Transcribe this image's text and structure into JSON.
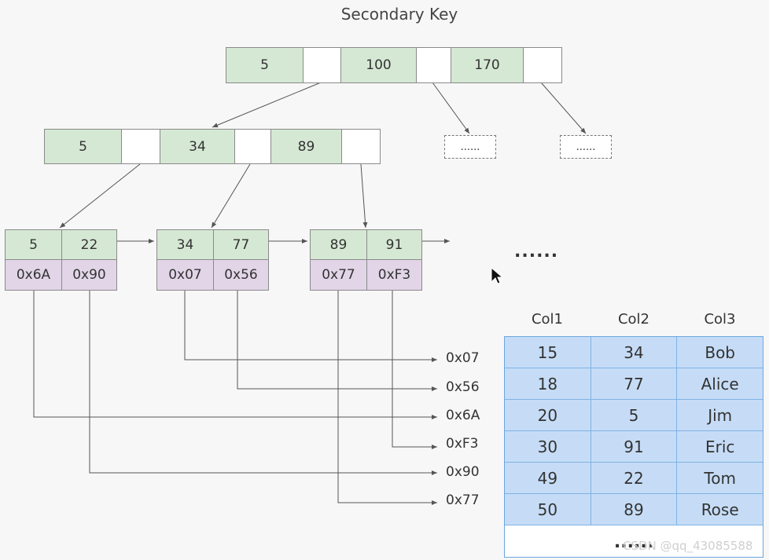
{
  "title": "Secondary Key",
  "root": {
    "keys": [
      "5",
      "100",
      "170"
    ]
  },
  "internal": {
    "keys": [
      "5",
      "34",
      "89"
    ]
  },
  "placeholder_dots": "......",
  "leaves": [
    {
      "keys": [
        "5",
        "22"
      ],
      "addrs": [
        "0x6A",
        "0x90"
      ]
    },
    {
      "keys": [
        "34",
        "77"
      ],
      "addrs": [
        "0x07",
        "0x56"
      ]
    },
    {
      "keys": [
        "89",
        "91"
      ],
      "addrs": [
        "0x77",
        "0xF3"
      ]
    }
  ],
  "leaf_continuation": "......",
  "row_addresses": [
    "0x07",
    "0x56",
    "0x6A",
    "0xF3",
    "0x90",
    "0x77"
  ],
  "table": {
    "headers": [
      "Col1",
      "Col2",
      "Col3"
    ],
    "rows": [
      [
        "15",
        "34",
        "Bob"
      ],
      [
        "18",
        "77",
        "Alice"
      ],
      [
        "20",
        "5",
        "Jim"
      ],
      [
        "30",
        "91",
        "Eric"
      ],
      [
        "49",
        "22",
        "Tom"
      ],
      [
        "50",
        "89",
        "Rose"
      ]
    ],
    "more": "......"
  },
  "watermark": "CSDN @qq_43085588"
}
